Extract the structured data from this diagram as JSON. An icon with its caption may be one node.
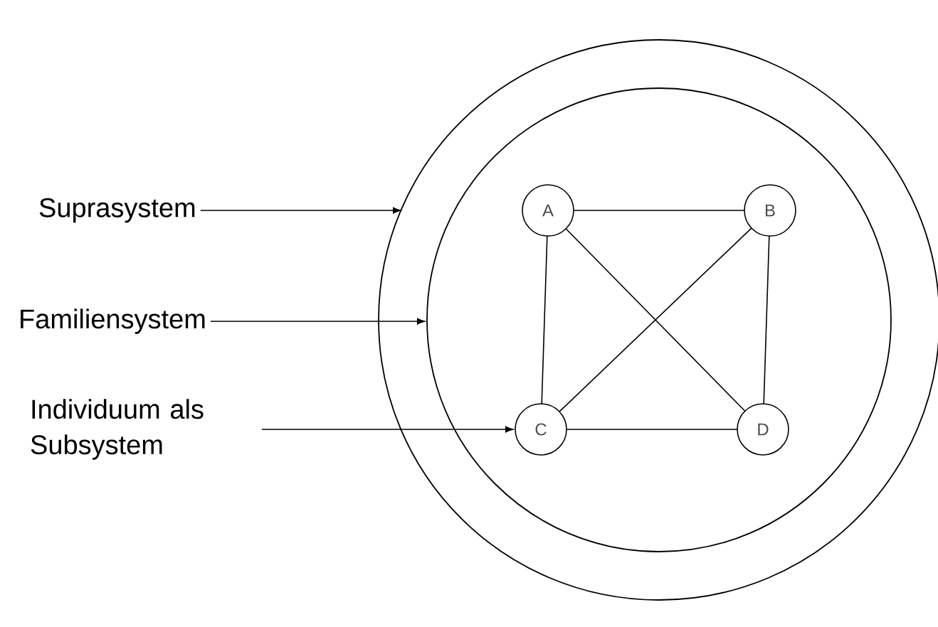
{
  "diagram": {
    "nodes": [
      {
        "text": [],
        "shape": "circle"
      },
      {
        "text": [],
        "shape": "circle",
        "in": 0
      },
      {
        "text": [
          "A"
        ],
        "in": 1
      },
      {
        "text": [
          "B"
        ],
        "in": 1
      },
      {
        "text": [
          "C"
        ],
        "in": 1
      },
      {
        "text": [
          "D"
        ],
        "in": 1
      },
      {
        "text": [
          "Suprasystem"
        ]
      },
      {
        "text": [
          "Familiensystem"
        ]
      },
      {
        "text": [
          "Individuum als Subsystem"
        ]
      }
    ],
    "edges": [
      {
        "from": 6,
        "to": 0,
        "arrow": "to"
      },
      {
        "from": 7,
        "to": 1,
        "arrow": "to"
      },
      {
        "from": 8,
        "to": 4,
        "arrow": "to"
      },
      {
        "from": 2,
        "to": 3,
        "arrow": "none"
      },
      {
        "from": 2,
        "to": 4,
        "arrow": "none"
      },
      {
        "from": 2,
        "to": 5,
        "arrow": "none"
      },
      {
        "from": 3,
        "to": 4,
        "arrow": "none"
      },
      {
        "from": 3,
        "to": 5,
        "arrow": "none"
      },
      {
        "from": 4,
        "to": 5,
        "arrow": "none"
      }
    ]
  }
}
